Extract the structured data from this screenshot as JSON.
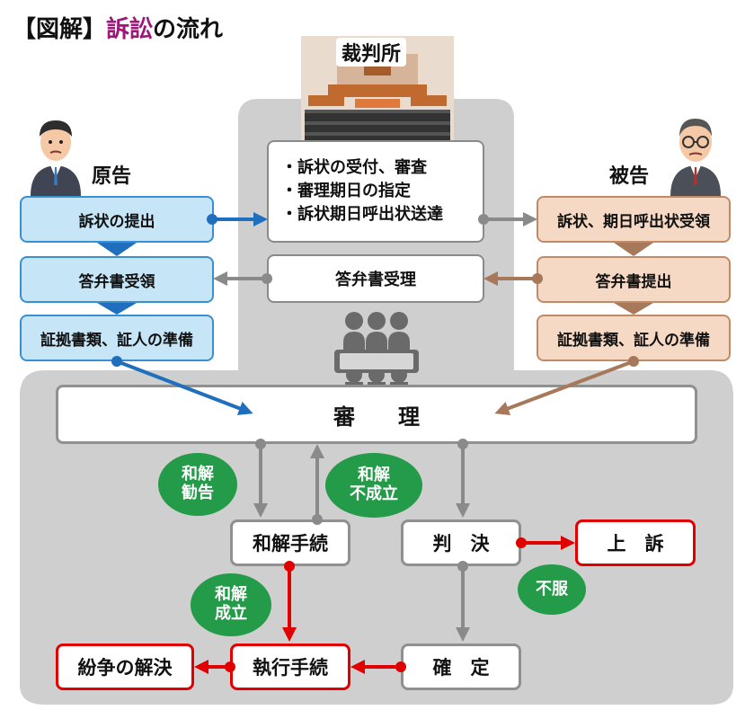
{
  "title": {
    "prefix": "【図解】",
    "accent": "訴訟",
    "suffix": "の流れ"
  },
  "court": {
    "label": "裁判所",
    "duties": [
      "・訴状の受付、審査",
      "・審理期日の指定",
      "・訴状期日呼出状送達"
    ],
    "answer_received": "答弁書受理"
  },
  "plaintiff": {
    "label": "原告",
    "steps": [
      "訴状の提出",
      "答弁書受領",
      "証拠書類、証人の準備"
    ]
  },
  "defendant": {
    "label": "被告",
    "steps": [
      "訴状、期日呼出状受領",
      "答弁書提出",
      "証拠書類、証人の準備"
    ]
  },
  "hearing": "審　　理",
  "settlement_procedure": "和解手続",
  "judgment": "判　決",
  "appeal": "上　訴",
  "finalized": "確　定",
  "enforcement": "執行手続",
  "resolution": "紛争の解決",
  "bubbles": {
    "recommend": "和解\n勧告",
    "failed": "和解\n不成立",
    "succeeded": "和解\n成立",
    "objection": "不服"
  },
  "colors": {
    "accent": "#a0177a",
    "blue_fill": "#c6e6f7",
    "blue_border": "#3a8fd0",
    "tan_fill": "#f6d9c4",
    "tan_border": "#c08a66",
    "green": "#239b48",
    "red": "#e10000",
    "panel": "#cfcfcf"
  }
}
